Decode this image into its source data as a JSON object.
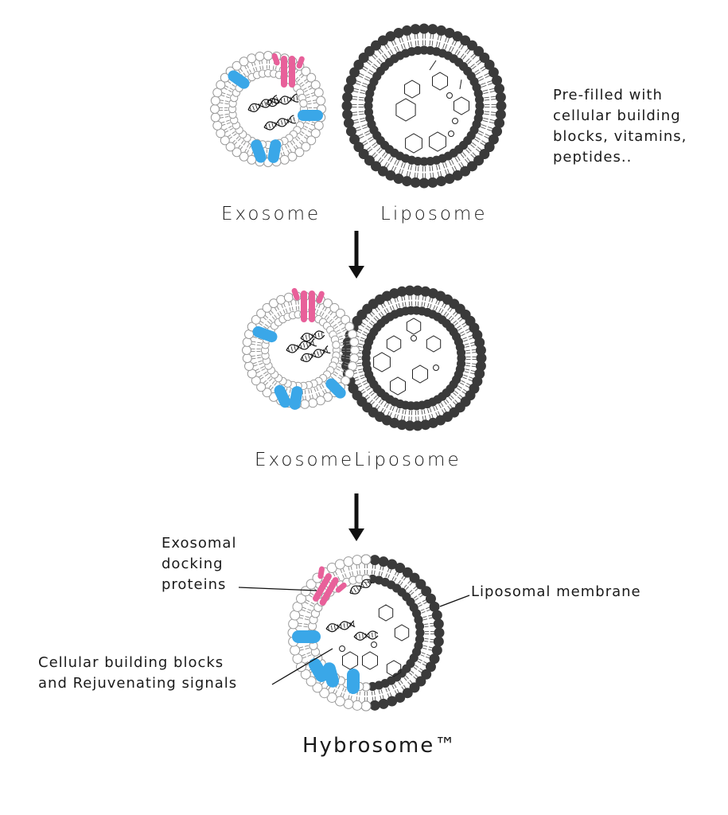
{
  "labels": {
    "exosome": "Exosome",
    "liposome": "Liposome",
    "prefilled_note": "Pre-filled with\ncellular building\nblocks, vitamins,\npeptides..",
    "fusion": "ExosomeLiposome",
    "docking": "Exosomal\ndocking\nproteins",
    "membrane": "Liposomal membrane",
    "building_blocks": "Cellular building blocks\nand Rejuvenating signals",
    "hybrosome": "Hybrosome™"
  },
  "colors": {
    "exosome_lipid": "#9a9a9a",
    "liposome_lipid": "#3a3a3a",
    "protein_blue": "#3aa7e8",
    "protein_pink": "#e8609a",
    "arrow": "#111111"
  },
  "icons": [
    "arrow-down-icon",
    "dna-helix-icon",
    "molecule-icon"
  ]
}
